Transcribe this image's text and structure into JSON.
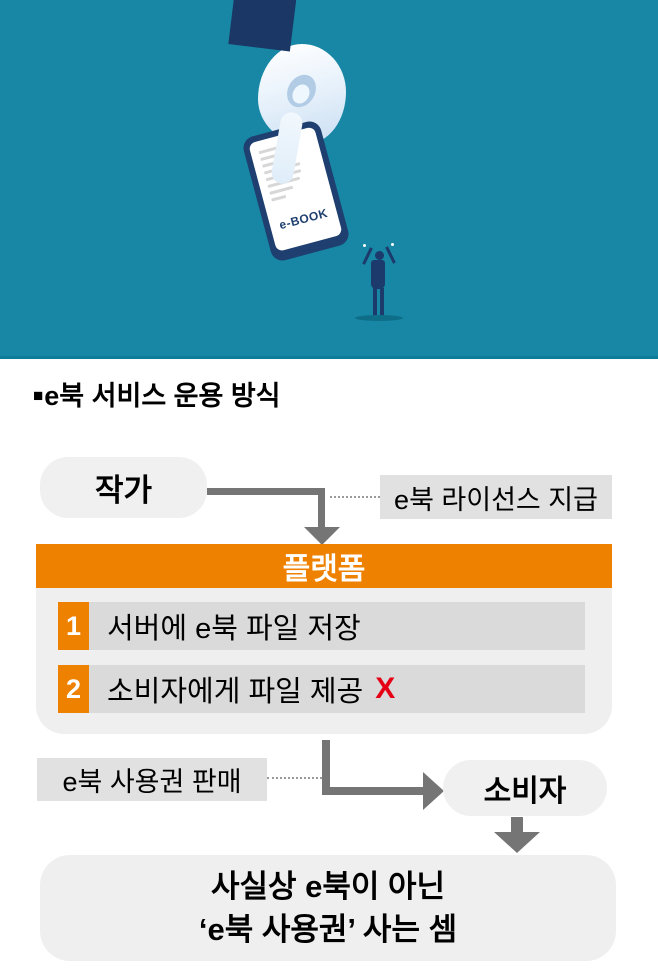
{
  "illustration": {
    "ebook_label": "e-BOOK",
    "bg_color": "#1787a5",
    "navy_color": "#1c3a6b"
  },
  "header": {
    "bullet": "■",
    "title": "e북 서비스 운용 방식"
  },
  "flow": {
    "author_label": "작가",
    "license_note": "e북 라이선스 지급",
    "platform_title": "플랫폼",
    "steps": [
      {
        "num": "1",
        "text": "서버에 e북 파일 저장",
        "mark": ""
      },
      {
        "num": "2",
        "text": "소비자에게 파일 제공",
        "mark": "X"
      }
    ],
    "sale_note": "e북 사용권 판매",
    "consumer_label": "소비자",
    "conclusion_line1": "사실상 e북이 아닌",
    "conclusion_line2": "‘e북 사용권’ 사는 셈"
  },
  "colors": {
    "orange": "#ee8200",
    "red_x": "#e60014",
    "connector_gray": "#757575",
    "teal_bg": "#1787a5"
  }
}
